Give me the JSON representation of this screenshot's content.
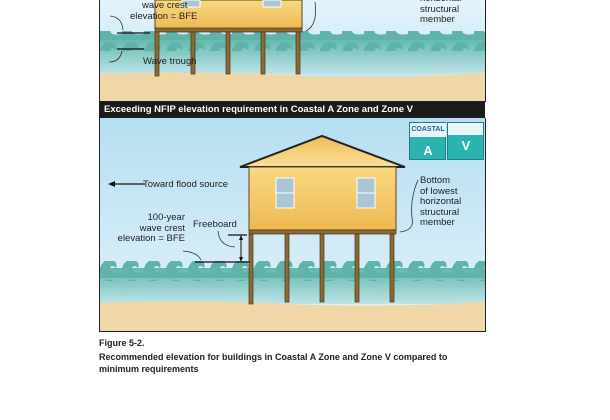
{
  "top_panel": {
    "label_wave_crest": "wave crest",
    "label_elevation_bfe": "elevation = BFE",
    "label_wave_trough": "Wave trough",
    "label_structural": [
      "horizontal",
      "structural",
      "member"
    ]
  },
  "bottom_panel": {
    "title": "Exceeding NFIP elevation requirement in Coastal A Zone and Zone V",
    "badge": {
      "coastal": "COASTAL",
      "a": "A",
      "v": "V"
    },
    "label_flood_source": "Toward flood source",
    "label_wave_crest": [
      "100-year",
      "wave crest",
      "elevation = BFE"
    ],
    "label_freeboard": "Freeboard",
    "label_structural": [
      "Bottom",
      "of lowest",
      "horizontal",
      "structural",
      "member"
    ]
  },
  "caption": {
    "figure": "Figure 5-2.",
    "text": "Recommended elevation for buildings in Coastal A Zone and Zone V compared to minimum requirements"
  },
  "colors": {
    "sky": "#cfe9f6",
    "water": "#6dbdb3",
    "sand": "#f0d9a6",
    "house": "#f6c766",
    "pile": "#7a5a2c",
    "badge": "#2bb3b0"
  }
}
